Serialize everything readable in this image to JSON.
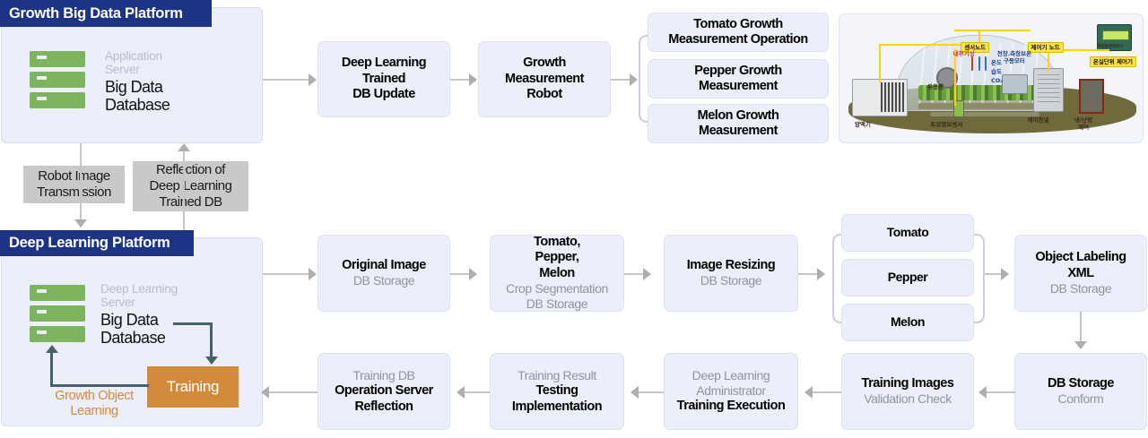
{
  "platforms": [
    {
      "id": "growth-big-data-platform",
      "title": "Growth Big Data Platform",
      "server": {
        "sub": "Application\nServer",
        "main": "Big Data\nDatabase",
        "icon": "server-rack-icon"
      }
    },
    {
      "id": "deep-learning-platform",
      "title": "Deep Learning Platform",
      "server": {
        "sub": "Deep Learning\nServer",
        "main": "Big Data\nDatabase",
        "icon": "server-rack-icon"
      },
      "training_label": "Training",
      "loop_label": "Growth Object\nLearning"
    }
  ],
  "notes": [
    {
      "id": "robot-image-transmission",
      "text": "Robot Image\nTransmission"
    },
    {
      "id": "reflection-of-deep-learning-trained-db",
      "text": "Reflection of\nDeep Learning\nTrained DB"
    }
  ],
  "top_flow": [
    {
      "id": "deep-learning-trained-db-update",
      "strong": "Deep Learning\nTrained\nDB Update",
      "light": ""
    },
    {
      "id": "growth-measurement-robot",
      "strong": "Growth\nMeasurement\nRobot",
      "light": ""
    }
  ],
  "measurement_group": [
    {
      "id": "tomato-growth-measurement-operation",
      "strong": "Tomato Growth\nMeasurement Operation"
    },
    {
      "id": "pepper-growth-measurement",
      "strong": "Pepper Growth\nMeasurement"
    },
    {
      "id": "melon-growth-measurement",
      "strong": "Melon Growth\nMeasurement"
    }
  ],
  "middle_flow": [
    {
      "id": "original-image-db-storage",
      "strong": "Original Image",
      "light": "DB Storage"
    },
    {
      "id": "crop-segmentation-db-storage",
      "strong": "Tomato,\nPepper,\nMelon",
      "light": "Crop Segmentation\nDB Storage"
    },
    {
      "id": "image-resizing-db-storage",
      "strong": "Image Resizing",
      "light": "DB Storage"
    }
  ],
  "crop_group": [
    {
      "id": "crop-tomato",
      "strong": "Tomato"
    },
    {
      "id": "crop-pepper",
      "strong": "Pepper"
    },
    {
      "id": "crop-melon",
      "strong": "Melon"
    }
  ],
  "right_column": [
    {
      "id": "object-labeling-xml",
      "strong": "Object Labeling\nXML",
      "light": "DB Storage"
    },
    {
      "id": "db-storage-conform",
      "strongTop": "DB Storage",
      "light": "Conform"
    }
  ],
  "bottom_flow": [
    {
      "id": "training-db-operation-server-reflection",
      "light": "Training DB",
      "strong": "Operation Server\nReflection"
    },
    {
      "id": "training-result-testing-implementation",
      "light": "Training Result",
      "strong": "Testing\nImplementation"
    },
    {
      "id": "deep-learning-administrator-training-execution",
      "light": "Deep Learning\nAdministrator",
      "strong": "Training Execution"
    },
    {
      "id": "training-images-validation-check",
      "strong": "Training Images",
      "light": "Validation Check"
    }
  ],
  "greenhouse": {
    "id": "greenhouse-illustration",
    "labels": {
      "sensor_node": "센서노드",
      "controller_node": "제어기 노드",
      "greenhouse_unit_controller": "온실단위 제어기",
      "internal_weather": "내부기상",
      "temp": "온도",
      "humidity": "습도",
      "co2": "CO₂",
      "ceiling_motor": "천장.측창보온\n구동모터",
      "fan": "유동팬",
      "nutrient": "양액기",
      "soil_sensor": "토양정보센서",
      "control_panel": "제어판넬",
      "hvac_control": "냉/난방\n제어",
      "monitor_caption": "복합환경제어기"
    }
  },
  "colors": {
    "platform_header": "#1d3383",
    "panel_bg": "#eceffa",
    "server_green": "#7cb45f",
    "training_orange": "#d28a3c",
    "note_grey": "#c9c9c9",
    "connector_grey": "#c6c6c6",
    "connector_dark": "#47606b"
  }
}
